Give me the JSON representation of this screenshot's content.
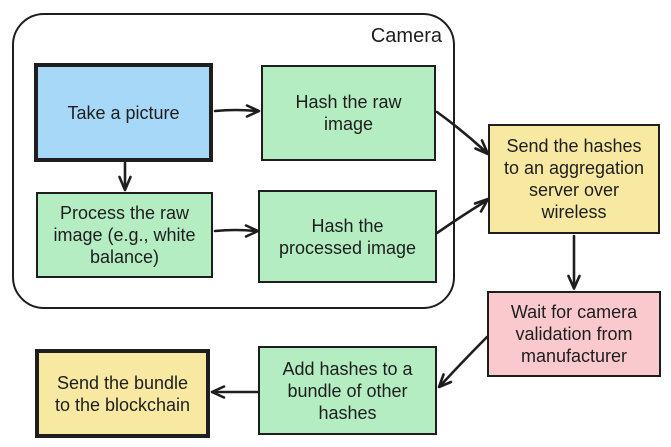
{
  "diagram": {
    "group_label": "Camera",
    "colors": {
      "stroke": "#1e1e1e",
      "background": "#ffffff",
      "blue": "#a7d8f7",
      "green": "#b4edc2",
      "yellow": "#f8e9a2",
      "pink": "#fac9cd"
    },
    "nodes": {
      "take_picture": {
        "label": "Take a picture",
        "fill": "#a7d8f7"
      },
      "hash_raw": {
        "label": "Hash the raw\nimage",
        "fill": "#b4edc2"
      },
      "process_raw": {
        "label": "Process the raw\nimage (e.g., white\nbalance)",
        "fill": "#b4edc2"
      },
      "hash_processed": {
        "label": "Hash the\nprocessed image",
        "fill": "#b4edc2"
      },
      "send_hashes": {
        "label": "Send the hashes\nto an aggregation\nserver over\nwireless",
        "fill": "#f8e9a2"
      },
      "wait_validation": {
        "label": "Wait for camera\nvalidation from\nmanufacturer",
        "fill": "#fac9cd"
      },
      "add_hashes": {
        "label": "Add hashes to a\nbundle of other\nhashes",
        "fill": "#b4edc2"
      },
      "send_bundle": {
        "label": "Send the bundle\nto the blockchain",
        "fill": "#f8e9a2"
      }
    }
  }
}
